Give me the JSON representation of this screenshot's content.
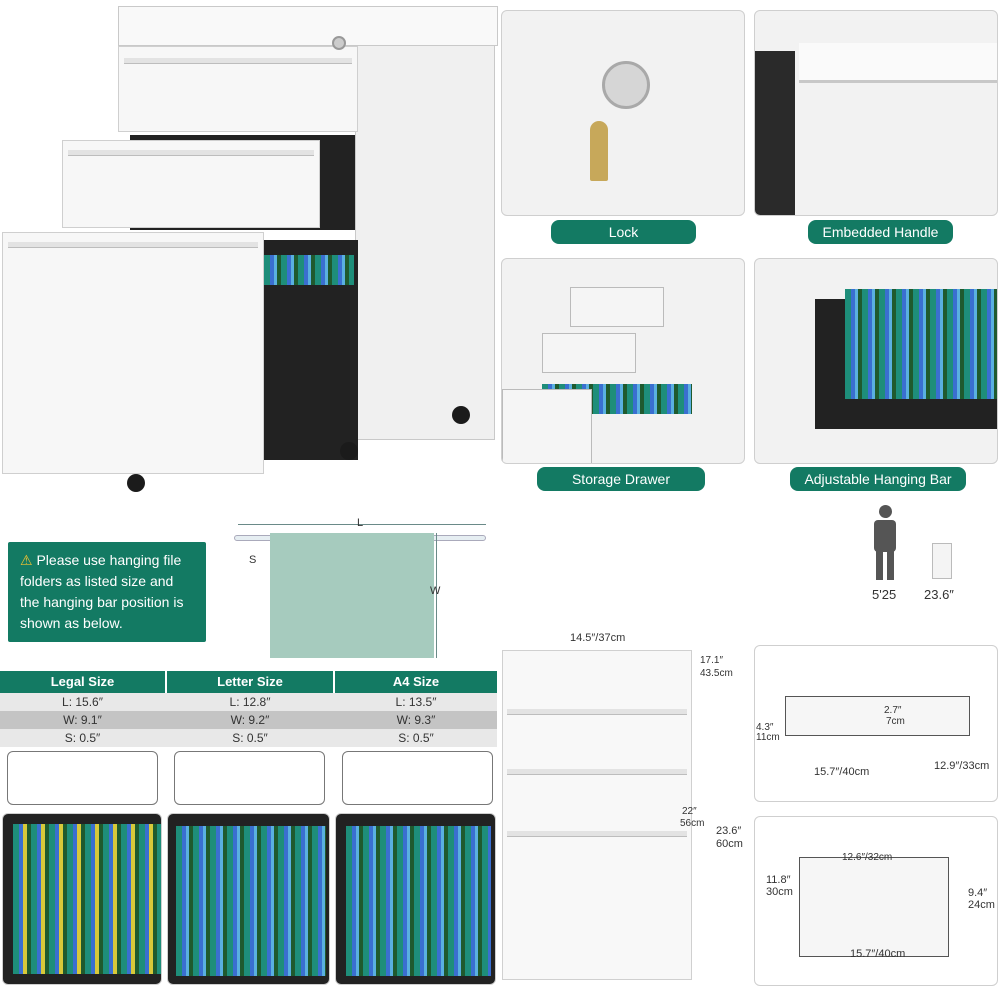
{
  "features": {
    "lock": "Lock",
    "handle": "Embedded Handle",
    "storage": "Storage Drawer",
    "bar": "Adjustable Hanging Bar"
  },
  "notice": {
    "icon": "warning-icon",
    "text": "Please use hanging file folders as listed size and the hanging bar position is shown as below."
  },
  "folder_diagram": {
    "l": "L",
    "s": "S",
    "w": "W"
  },
  "height_compare": {
    "person": "5'25",
    "cabinet": "23.6″"
  },
  "sizes": [
    {
      "name": "Legal Size",
      "l": "L: 15.6″",
      "w": "W: 9.1″",
      "s": "S: 0.5″"
    },
    {
      "name": "Letter Size",
      "l": "L: 12.8″",
      "w": "W: 9.2″",
      "s": "S: 0.5″"
    },
    {
      "name": "A4 Size",
      "l": "L: 13.5″",
      "w": "W: 9.3″",
      "s": "S: 0.5″"
    }
  ],
  "dimensions": {
    "width": "14.5″/37cm",
    "depth_in": "17.1″",
    "depth_cm": "43.5cm",
    "body_in": "22″",
    "body_cm": "56cm",
    "total_in": "23.6″",
    "total_cm": "60cm"
  },
  "small_drawer": {
    "h_in": "4.3″",
    "h_cm": "11cm",
    "inner": "2.7″",
    "inner_cm": "7cm",
    "len": "15.7″/40cm",
    "wid": "12.9″/33cm"
  },
  "large_drawer": {
    "h_in": "11.8″",
    "h_cm": "30cm",
    "wid": "12.6″/32cm",
    "inner_in": "9.4″",
    "inner_cm": "24cm",
    "len": "15.7″/40cm"
  }
}
